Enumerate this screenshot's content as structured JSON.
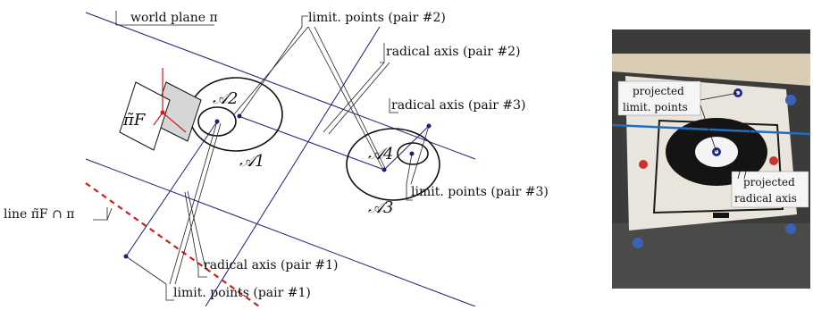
{
  "diagram": {
    "world_plane": "world plane π",
    "plane_pi_f": "π̃F",
    "line_label": "line π̃F ∩ π",
    "limit_points_1": "limit. points (pair #1)",
    "limit_points_2": "limit. points (pair #2)",
    "limit_points_3": "limit. points (pair #3)",
    "radical_axis_1": "radical axis (pair #1)",
    "radical_axis_2": "radical axis (pair #2)",
    "radical_axis_3": "radical axis (pair #3)",
    "circle_a1": "𝒜1",
    "circle_a2": "𝒜2",
    "circle_a3": "𝒜3",
    "circle_a4": "𝒜4"
  },
  "photo": {
    "projected_points_line1": "projected",
    "projected_points_line2": "limit. points",
    "projected_axis_line1": "projected",
    "projected_axis_line2": "radical axis"
  },
  "colors": {
    "line_blue": "#1f1f7a",
    "dashed_red": "#d11a1a",
    "photo_bg": "#3b3b3b",
    "paper": "#e9e4dc"
  }
}
